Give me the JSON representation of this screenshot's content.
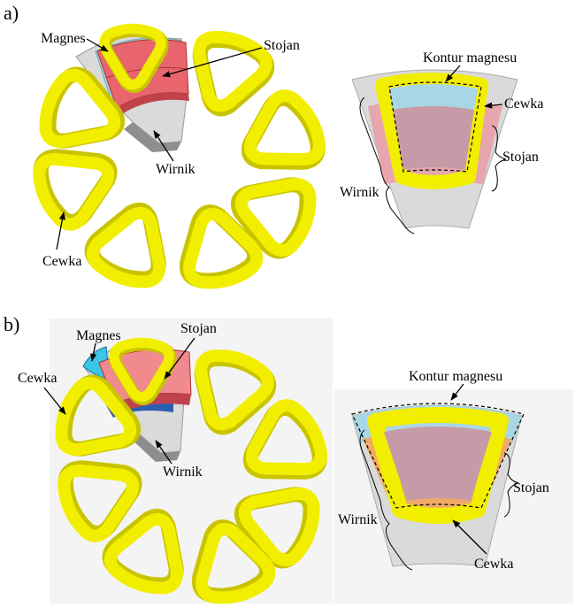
{
  "panel_a": {
    "letter": "a)",
    "magnes": "Magnes",
    "stojan": "Stojan",
    "wirnik": "Wirnik",
    "cewka": "Cewka",
    "detail": {
      "kontur": "Kontur magnesu",
      "cewka": "Cewka",
      "stojan": "Stojan",
      "wirnik": "Wirnik"
    }
  },
  "panel_b": {
    "letter": "b)",
    "magnes": "Magnes",
    "stojan": "Stojan",
    "wirnik": "Wirnik",
    "cewka": "Cewka",
    "detail": {
      "kontur": "Kontur magnesu",
      "cewka": "Cewka",
      "stojan": "Stojan",
      "wirnik": "Wirnik"
    }
  },
  "colors": {
    "coil": "#f2ee00",
    "coil_edge": "#c9c400",
    "stator": "#e8656d",
    "magnet": "#a9d6e6",
    "magnet_b": "#3cc6e6",
    "rotor": "#dadada",
    "overlap": "#c79aa8"
  },
  "icons": [
    "coil-ring-icon",
    "leader-arrow-icon",
    "brace-icon"
  ]
}
